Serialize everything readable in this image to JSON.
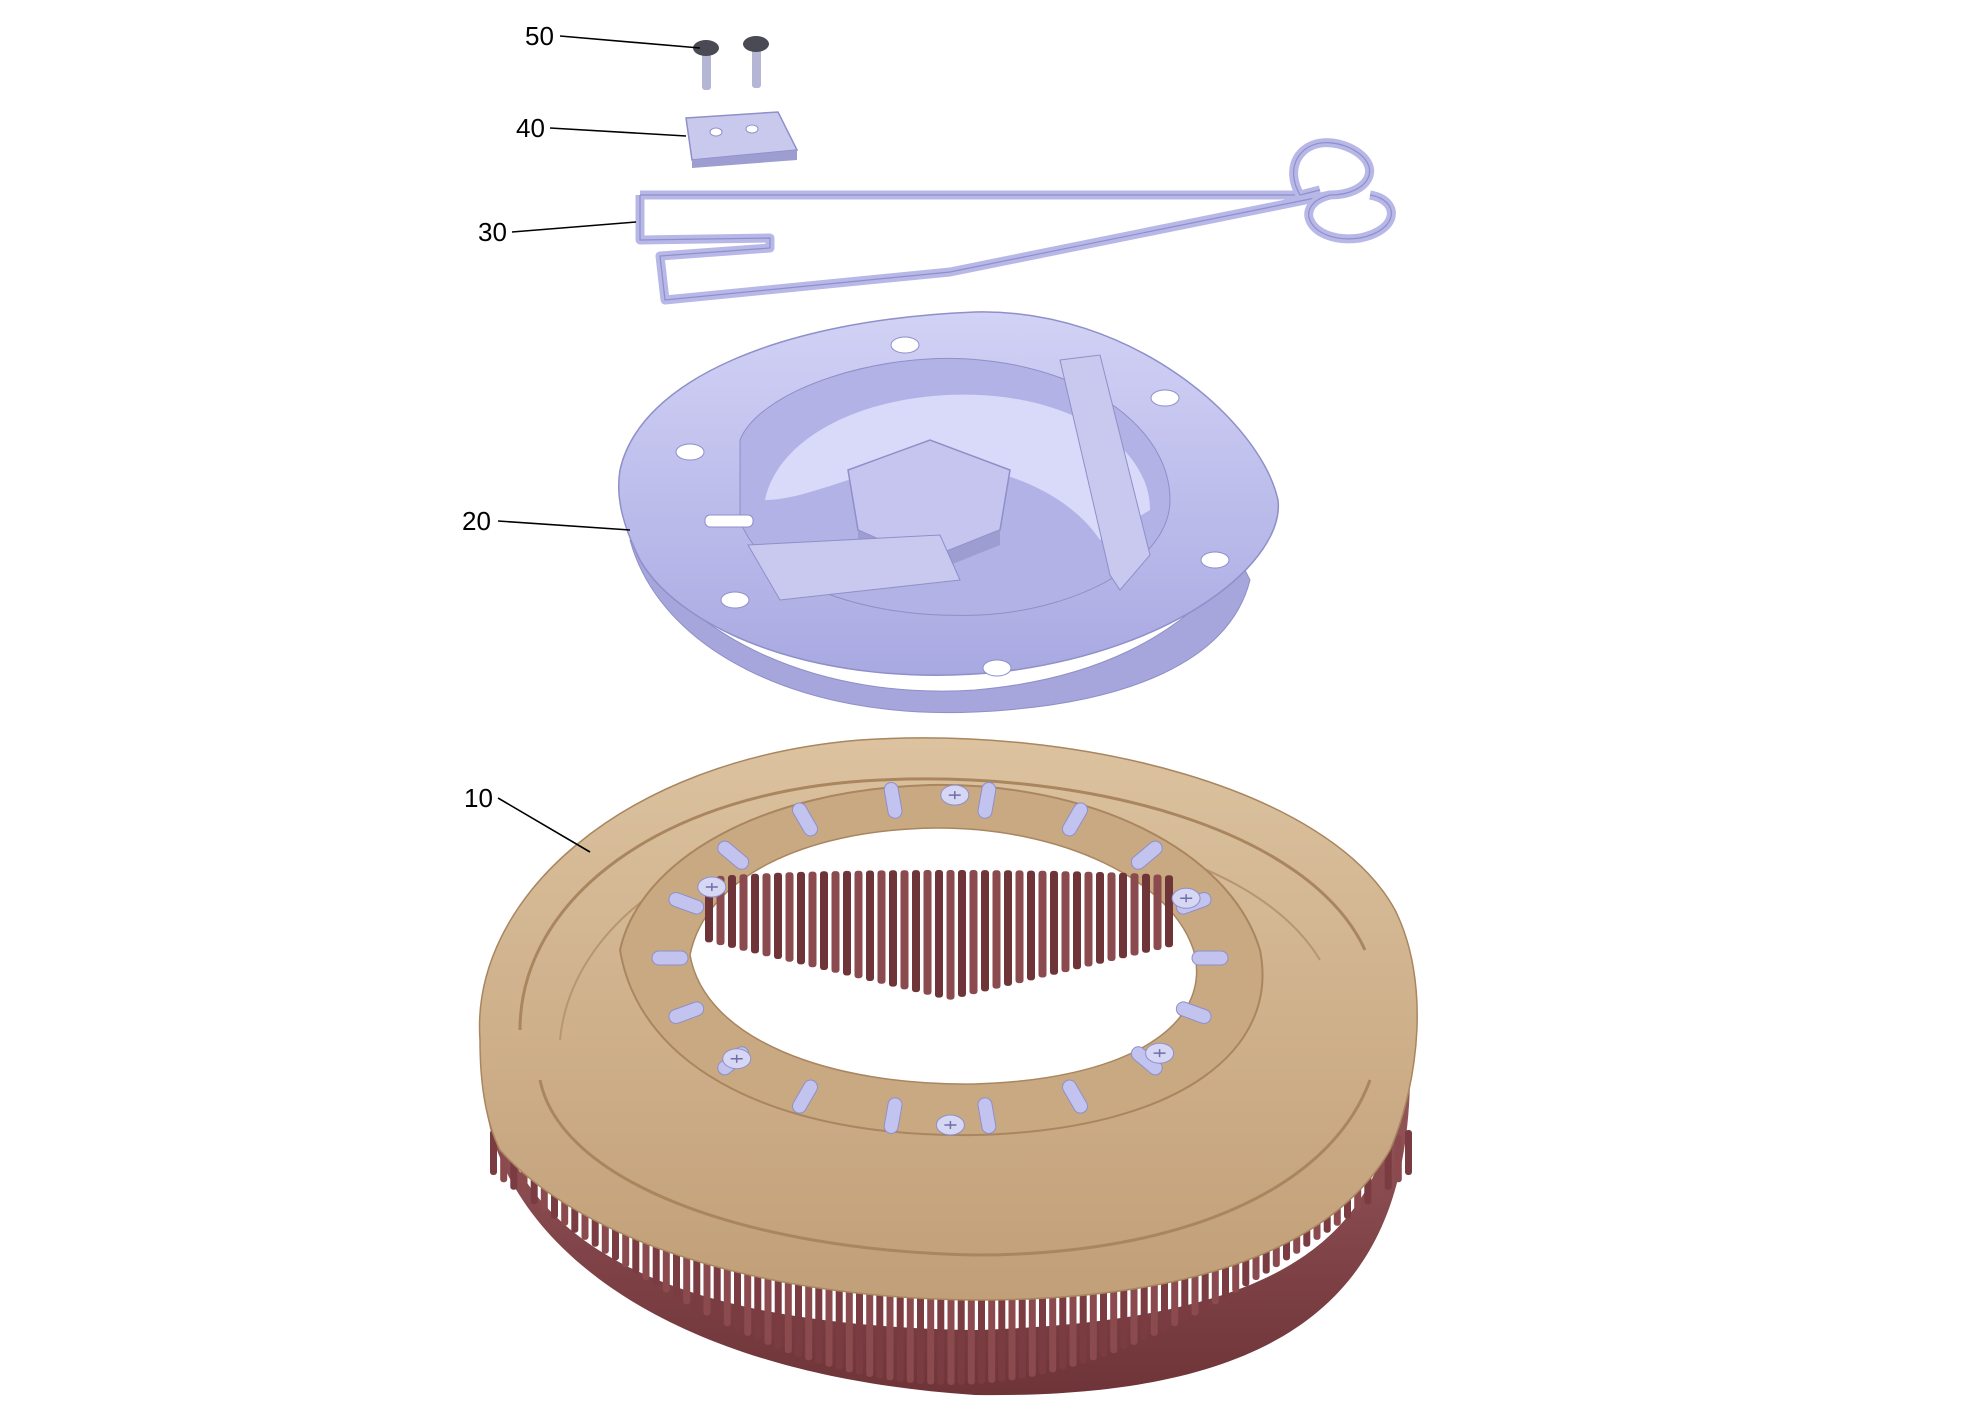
{
  "callouts": [
    {
      "id": "50",
      "label": "50"
    },
    {
      "id": "40",
      "label": "40"
    },
    {
      "id": "30",
      "label": "30"
    },
    {
      "id": "20",
      "label": "20"
    },
    {
      "id": "10",
      "label": "10"
    }
  ],
  "colors": {
    "background": "#ffffff",
    "plastic_lavender": "#c3c3ef",
    "plastic_lavender_dark": "#8f8fc9",
    "brush_body_tan": "#d4b893",
    "brush_body_dark": "#a9865f",
    "bristle_red": "#8a4a4e",
    "screw_head": "#4a4a55",
    "leader_line": "#000000"
  }
}
